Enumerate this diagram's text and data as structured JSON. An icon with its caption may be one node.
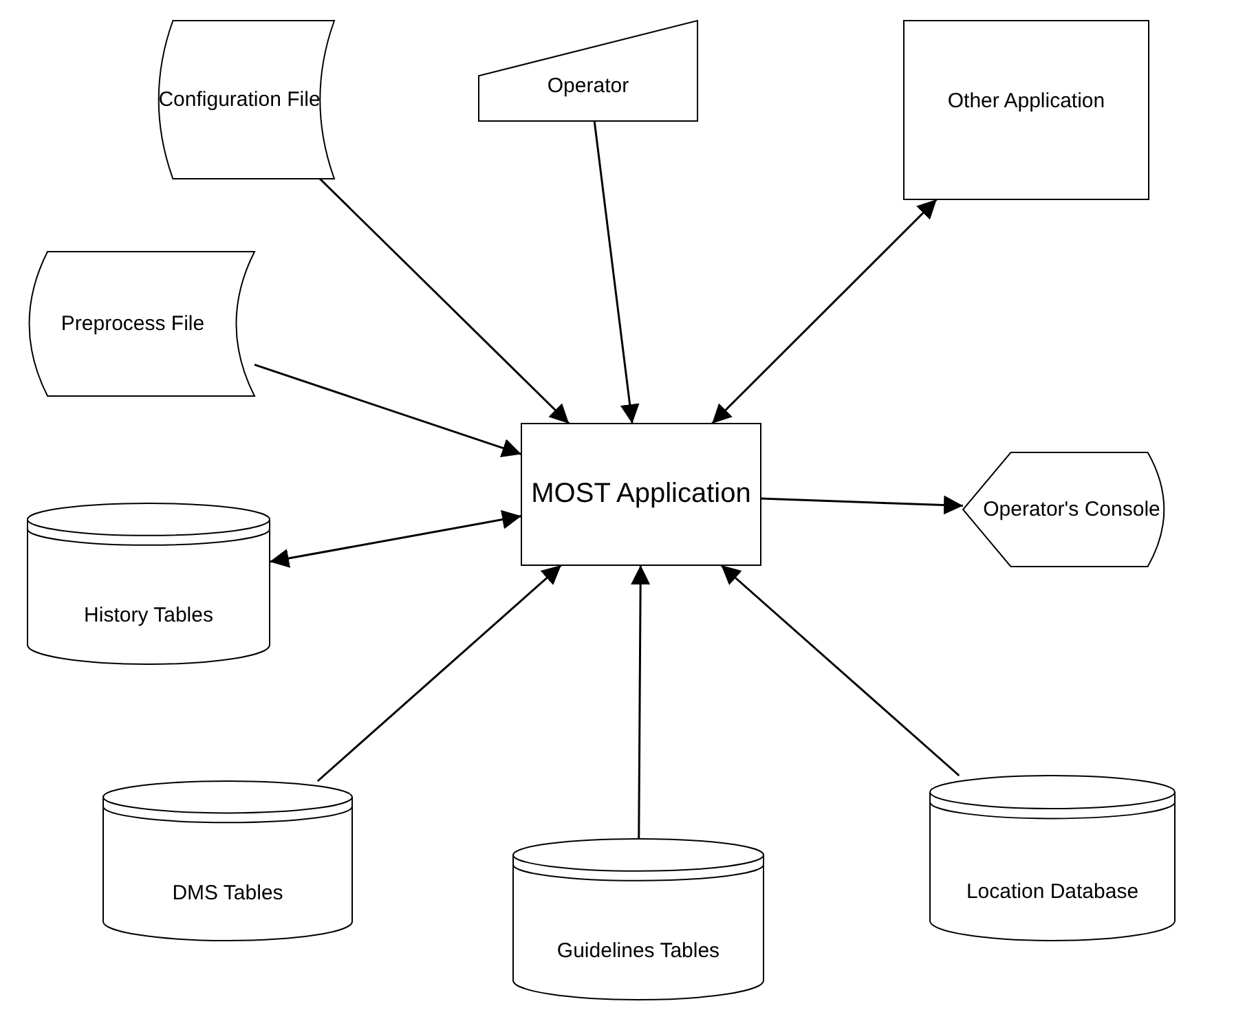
{
  "diagram": {
    "nodes": [
      {
        "text": [
          "Configuration File"
        ]
      },
      {
        "text": [
          "Operator"
        ]
      },
      {
        "text": [
          "Other Application"
        ]
      },
      {
        "text": [
          "Preprocess File"
        ]
      },
      {
        "text": [
          "MOST Application"
        ]
      },
      {
        "text": [
          "Operator's Console"
        ]
      },
      {
        "text": [
          "History Tables"
        ]
      },
      {
        "text": [
          "DMS Tables"
        ]
      },
      {
        "text": [
          "Guidelines Tables"
        ]
      },
      {
        "text": [
          "Location Database"
        ]
      }
    ],
    "edges": [
      {
        "from": 0,
        "to": 4,
        "arrow": "to"
      },
      {
        "from": 1,
        "to": 4,
        "arrow": "to"
      },
      {
        "from": 2,
        "to": 4,
        "arrow": "both"
      },
      {
        "from": 3,
        "to": 4,
        "arrow": "to"
      },
      {
        "from": 6,
        "to": 4,
        "arrow": "both"
      },
      {
        "from": 4,
        "to": 5,
        "arrow": "to"
      },
      {
        "from": 7,
        "to": 4,
        "arrow": "to"
      },
      {
        "from": 8,
        "to": 4,
        "arrow": "to"
      },
      {
        "from": 9,
        "to": 4,
        "arrow": "to"
      }
    ]
  }
}
